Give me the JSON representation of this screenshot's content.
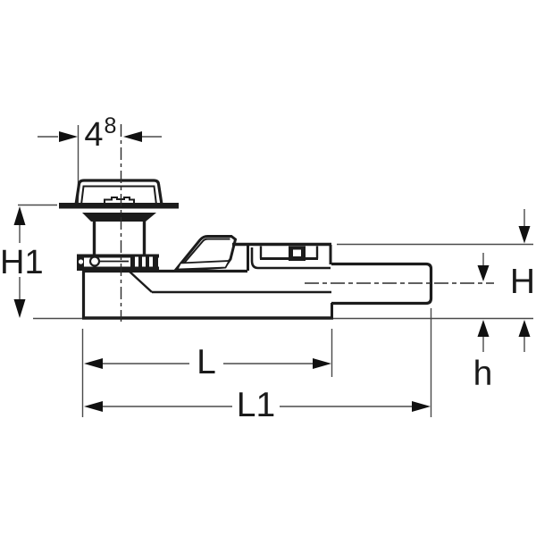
{
  "drawing": {
    "figure_kind": "technical-drawing-side-view",
    "dimension_labels": {
      "top_offset_value": "4",
      "top_offset_superscript": "8",
      "overall_height": "H1",
      "body_height": "H",
      "axis_height": "h",
      "body_length": "L",
      "overall_length": "L1"
    },
    "colors": {
      "background": "#ffffff",
      "outline": "#1c1c1c",
      "thin_line": "#4a4a4a",
      "arrow": "#111111",
      "centerline": "#2b2b2b"
    }
  }
}
